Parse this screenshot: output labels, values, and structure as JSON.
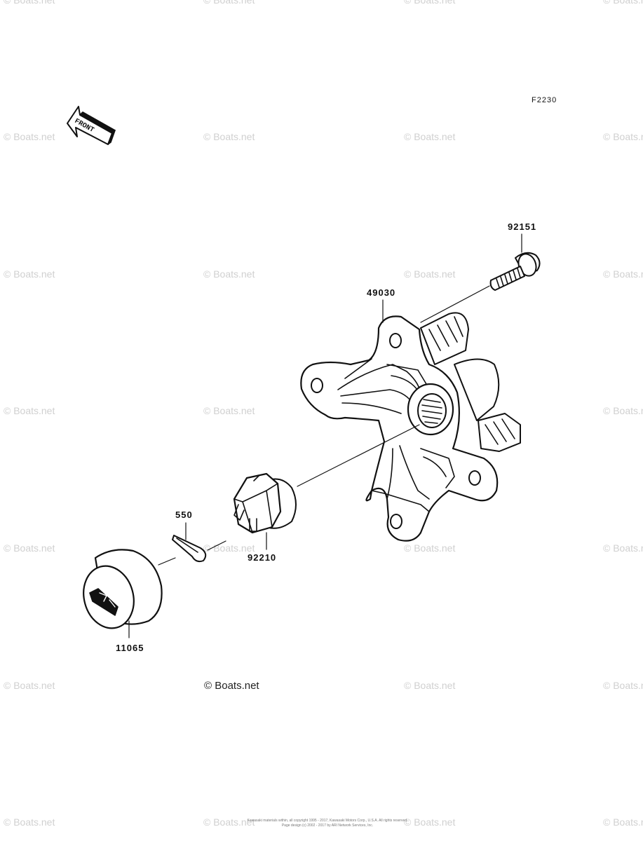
{
  "watermark_text": "© Boats.net",
  "diagram_ref": "F2230",
  "front_label": "FRONT",
  "parts": {
    "hub_bolt": "92151",
    "hub": "49030",
    "cotter_pin": "550",
    "castle_nut": "92210",
    "hub_cap": "11065"
  },
  "copyright": "Kawasaki materials within, all copyright 1995 - 2017, Kawasaki Motors Corp., U.S.A. All rights reserved. Page design (c) 2002 - 2017 by ARI Network Services, Inc."
}
